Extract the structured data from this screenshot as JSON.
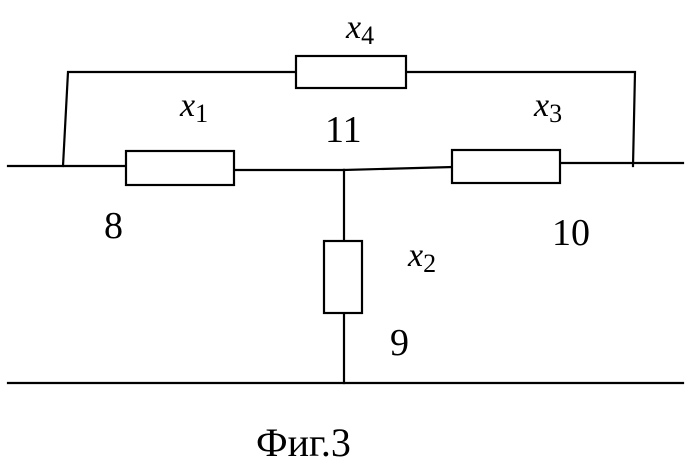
{
  "figure": {
    "caption": "Фиг.3",
    "elements": {
      "x1": {
        "symbol": "x",
        "subscript": "1"
      },
      "x2": {
        "symbol": "x",
        "subscript": "2"
      },
      "x3": {
        "symbol": "x",
        "subscript": "3"
      },
      "x4": {
        "symbol": "x",
        "subscript": "4"
      }
    },
    "node_labels": {
      "n8": "8",
      "n9": "9",
      "n10": "10",
      "n11": "11"
    }
  }
}
